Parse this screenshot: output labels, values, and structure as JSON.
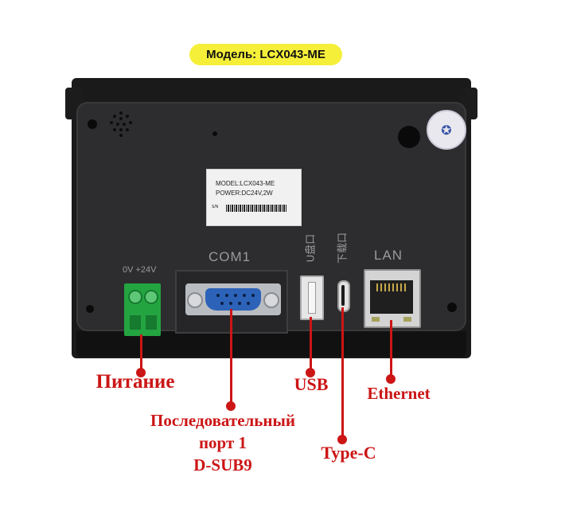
{
  "model_badge": "Модель: LCX043-ME",
  "device_label": {
    "model_line": "MODEL:LCX043-ME",
    "power_line": "POWER:DC24V,2W",
    "sn_line": "S/N"
  },
  "silkscreen": {
    "power_terminal": "0V +24V",
    "com_port": "COM1",
    "usb_port": "U盘口",
    "typec_port": "下载口",
    "lan_port": "LAN"
  },
  "callouts": {
    "power": "Питание",
    "serial_line1": "Последовательный",
    "serial_line2": "порт 1",
    "serial_line3": "D-SUB9",
    "usb": "USB",
    "typec": "Type-C",
    "ethernet": "Ethernet"
  },
  "colors": {
    "callout": "#cc1515",
    "badge": "#f5ef3a",
    "terminal": "#23a441",
    "dsub": "#2c63b8"
  },
  "icons": [
    "speaker-grille-icon",
    "certification-sticker-icon"
  ]
}
